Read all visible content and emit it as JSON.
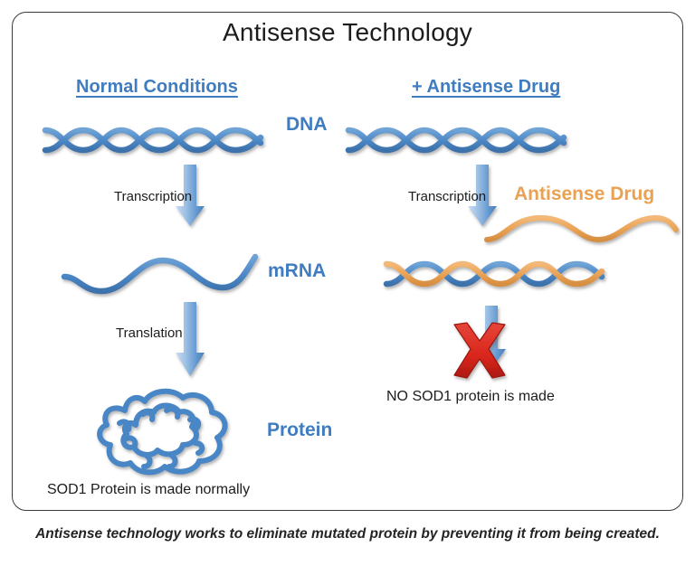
{
  "figure": {
    "title": "Antisense Technology",
    "caption": "Antisense technology works to eliminate mutated protein by preventing it from being created."
  },
  "columns": {
    "left": {
      "heading": "Normal Conditions",
      "steps": [
        {
          "label": "Transcription"
        },
        {
          "label": "Translation"
        }
      ],
      "result_text": "SOD1 Protein is made normally"
    },
    "right": {
      "heading": "+ Antisense Drug",
      "steps": [
        {
          "label": "Transcription"
        }
      ],
      "result_text": "NO SOD1 protein is made"
    }
  },
  "molecule_labels": {
    "dna": "DNA",
    "mrna": "mRNA",
    "protein": "Protein",
    "antisense_drug": "Antisense Drug"
  },
  "colors": {
    "blue": "#4a86c5",
    "blue_dark": "#3f7cc0",
    "blue_light": "#a9c6e8",
    "orange": "#e9a153",
    "red": "#d9261c",
    "text": "#1c1c1c",
    "border": "#3b3b3b"
  },
  "icons": {
    "blocked": "red-x-icon",
    "flow": "down-arrow-icon"
  }
}
